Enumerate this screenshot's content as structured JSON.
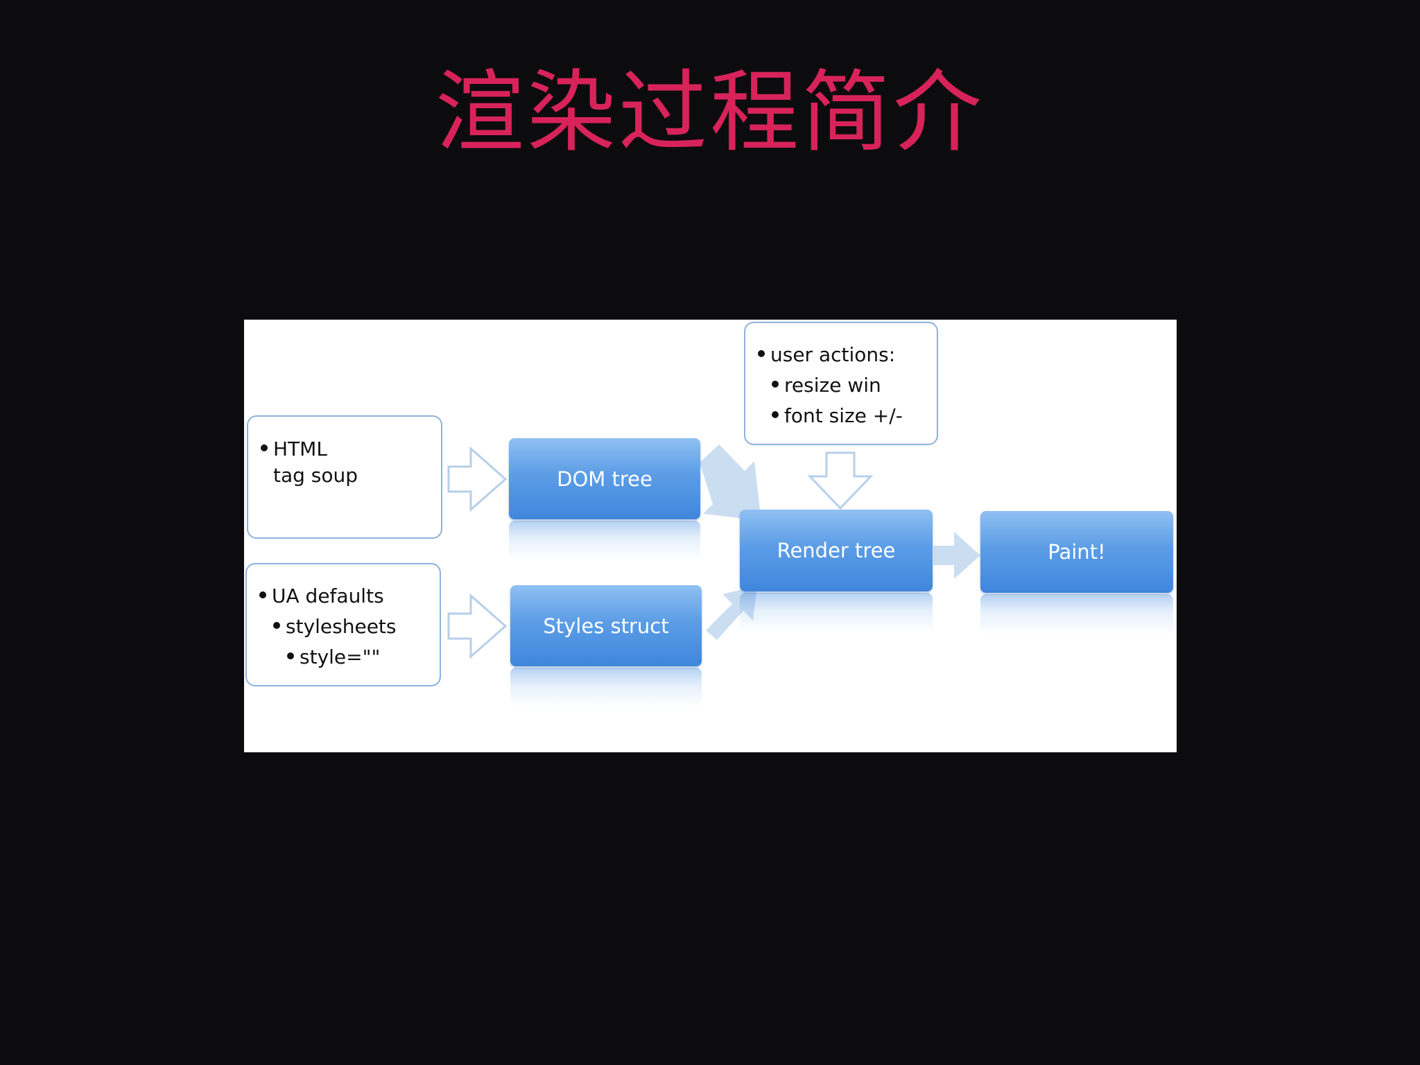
{
  "slide": {
    "title": "渲染过程简介"
  },
  "diagram": {
    "html_box": {
      "line1": "HTML",
      "line2": "tag soup"
    },
    "ua_box": {
      "line1": "UA defaults",
      "line2": "stylesheets",
      "line3": "style=\"\""
    },
    "user_box": {
      "line1": "user actions:",
      "line2": "resize win",
      "line3": "font size +/-"
    },
    "dom_tree": "DOM tree",
    "styles_struct": "Styles struct",
    "render_tree": "Render tree",
    "paint": "Paint!"
  },
  "colors": {
    "title": "#d8235a",
    "background": "#0c0c0e",
    "process_box": "#4a8fe0",
    "source_border": "#8cb2dc",
    "arrow": "#b8d2ee"
  }
}
